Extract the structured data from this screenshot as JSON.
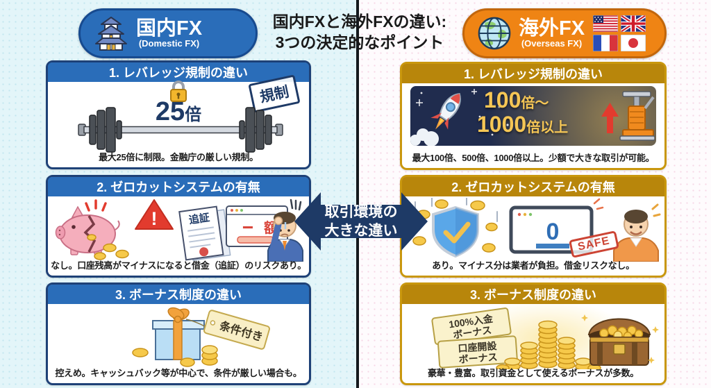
{
  "title": {
    "line1": "国内FXと海外FXの違い:",
    "line2": "3つの決定的なポイント"
  },
  "center_arrow": {
    "line1": "取引環境の",
    "line2": "大きな違い"
  },
  "domestic": {
    "badge": {
      "title": "国内FX",
      "subtitle": "(Domestic FX)",
      "icon": "castle-icon"
    },
    "card1": {
      "header": "1. レバレッジ規制の違い",
      "leverage_value": "25",
      "leverage_unit": "倍",
      "stamp": "規制",
      "caption": "最大25倍に制限。金融庁の厳しい規制。",
      "icons": [
        "lock-icon",
        "barbell-icon"
      ]
    },
    "card2": {
      "header": "2. ゼロカットシステムの有無",
      "alert_mark": "!",
      "document_label": "追証",
      "screen_minus": "−",
      "screen_label": "額",
      "caption": "なし。口座残高がマイナスになると借金（追証）のリスクあり。",
      "icons": [
        "broken-piggy-bank-icon",
        "warning-triangle-icon",
        "margin-call-document-icon",
        "negative-balance-screen-icon",
        "stressed-man-icon"
      ]
    },
    "card3": {
      "header": "3. ボーナス制度の違い",
      "tag_label": "条件付き",
      "caption": "控えめ。キャッシュバック等が中心で、条件が厳しい場合も。",
      "icons": [
        "gift-box-icon",
        "condition-tag-icon",
        "coins-icon"
      ]
    }
  },
  "overseas": {
    "badge": {
      "title": "海外FX",
      "subtitle": "(Overseas FX)",
      "icon": "globe-icon",
      "flags": [
        "us-flag",
        "uk-flag",
        "france-flag",
        "japan-flag"
      ]
    },
    "card1": {
      "header": "1. レバレッジ規制の違い",
      "lev1_value": "100",
      "lev1_unit": "倍〜",
      "lev2_value": "1000",
      "lev2_unit": "倍以上",
      "caption": "最大100倍、500倍、1000倍以上。少額で大きな取引が可能。",
      "icons": [
        "rocket-icon",
        "jack-lift-icon",
        "up-arrow-icon"
      ]
    },
    "card2": {
      "header": "2. ゼロカットシステムの有無",
      "screen_value": "0",
      "stamp": "SAFE",
      "caption": "あり。マイナス分は業者が負担。借金リスクなし。",
      "icons": [
        "shield-check-icon",
        "coins-icon",
        "zero-balance-screen-icon",
        "happy-man-icon"
      ]
    },
    "card3": {
      "header": "3. ボーナス制度の違い",
      "ticket1_line1": "100%入金",
      "ticket1_line2": "ボーナス",
      "ticket2_line1": "口座開設",
      "ticket2_line2": "ボーナス",
      "caption": "豪華・豊富。取引資金として使えるボーナスが多数。",
      "icons": [
        "bonus-ticket-icon",
        "coin-stacks-icon",
        "treasure-chest-icon"
      ]
    }
  },
  "colors": {
    "domestic_blue": "#2a6db9",
    "domestic_navy": "#1e3a66",
    "overseas_orange": "#ef8414",
    "overseas_gold": "#b8860b",
    "alert_red": "#d9453a",
    "coin_gold": "#f6c94a"
  }
}
